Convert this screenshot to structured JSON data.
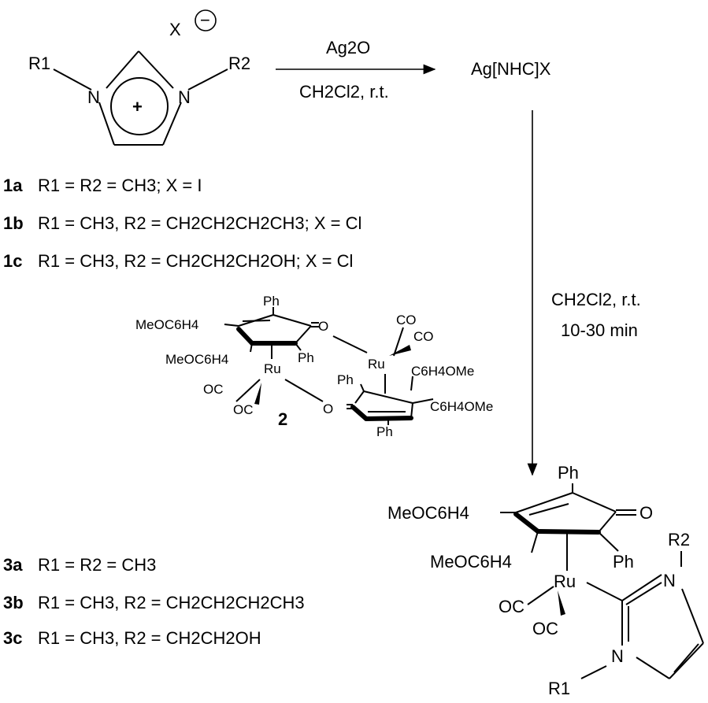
{
  "scheme": {
    "imidazolium": {
      "r1": "R1",
      "r2": "R2",
      "n": "N",
      "plus": "+",
      "anion": "X",
      "minus": "−"
    },
    "step1": {
      "reagent": "Ag2O",
      "conditions": "CH2Cl2, r.t."
    },
    "intermediate": "Ag[NHC]X",
    "step2": {
      "conditions": "CH2Cl2, r.t.",
      "time": "10-30 min"
    },
    "reactants": [
      {
        "id": "1a",
        "text": "R1 = R2 = CH3; X = I"
      },
      {
        "id": "1b",
        "text": "R1 = CH3, R2 = CH2CH2CH2CH3; X = Cl"
      },
      {
        "id": "1c",
        "text": "R1 = CH3, R2 = CH2CH2CH2OH; X = Cl"
      }
    ],
    "dimer": {
      "id": "2",
      "ph": "Ph",
      "meo": "MeOC6H4",
      "c6h4ome": "C6H4OMe",
      "ru": "Ru",
      "co": "CO",
      "oc": "OC",
      "o": "O"
    },
    "products": [
      {
        "id": "3a",
        "text": "R1 = R2 = CH3"
      },
      {
        "id": "3b",
        "text": "R1 = CH3, R2 = CH2CH2CH2CH3"
      },
      {
        "id": "3c",
        "text": "R1 = CH3, R2 = CH2CH2OH"
      }
    ],
    "product": {
      "ph": "Ph",
      "meo": "MeOC6H4",
      "o": "O",
      "ru": "Ru",
      "oc": "OC",
      "n": "N",
      "r1": "R1",
      "r2": "R2"
    }
  }
}
